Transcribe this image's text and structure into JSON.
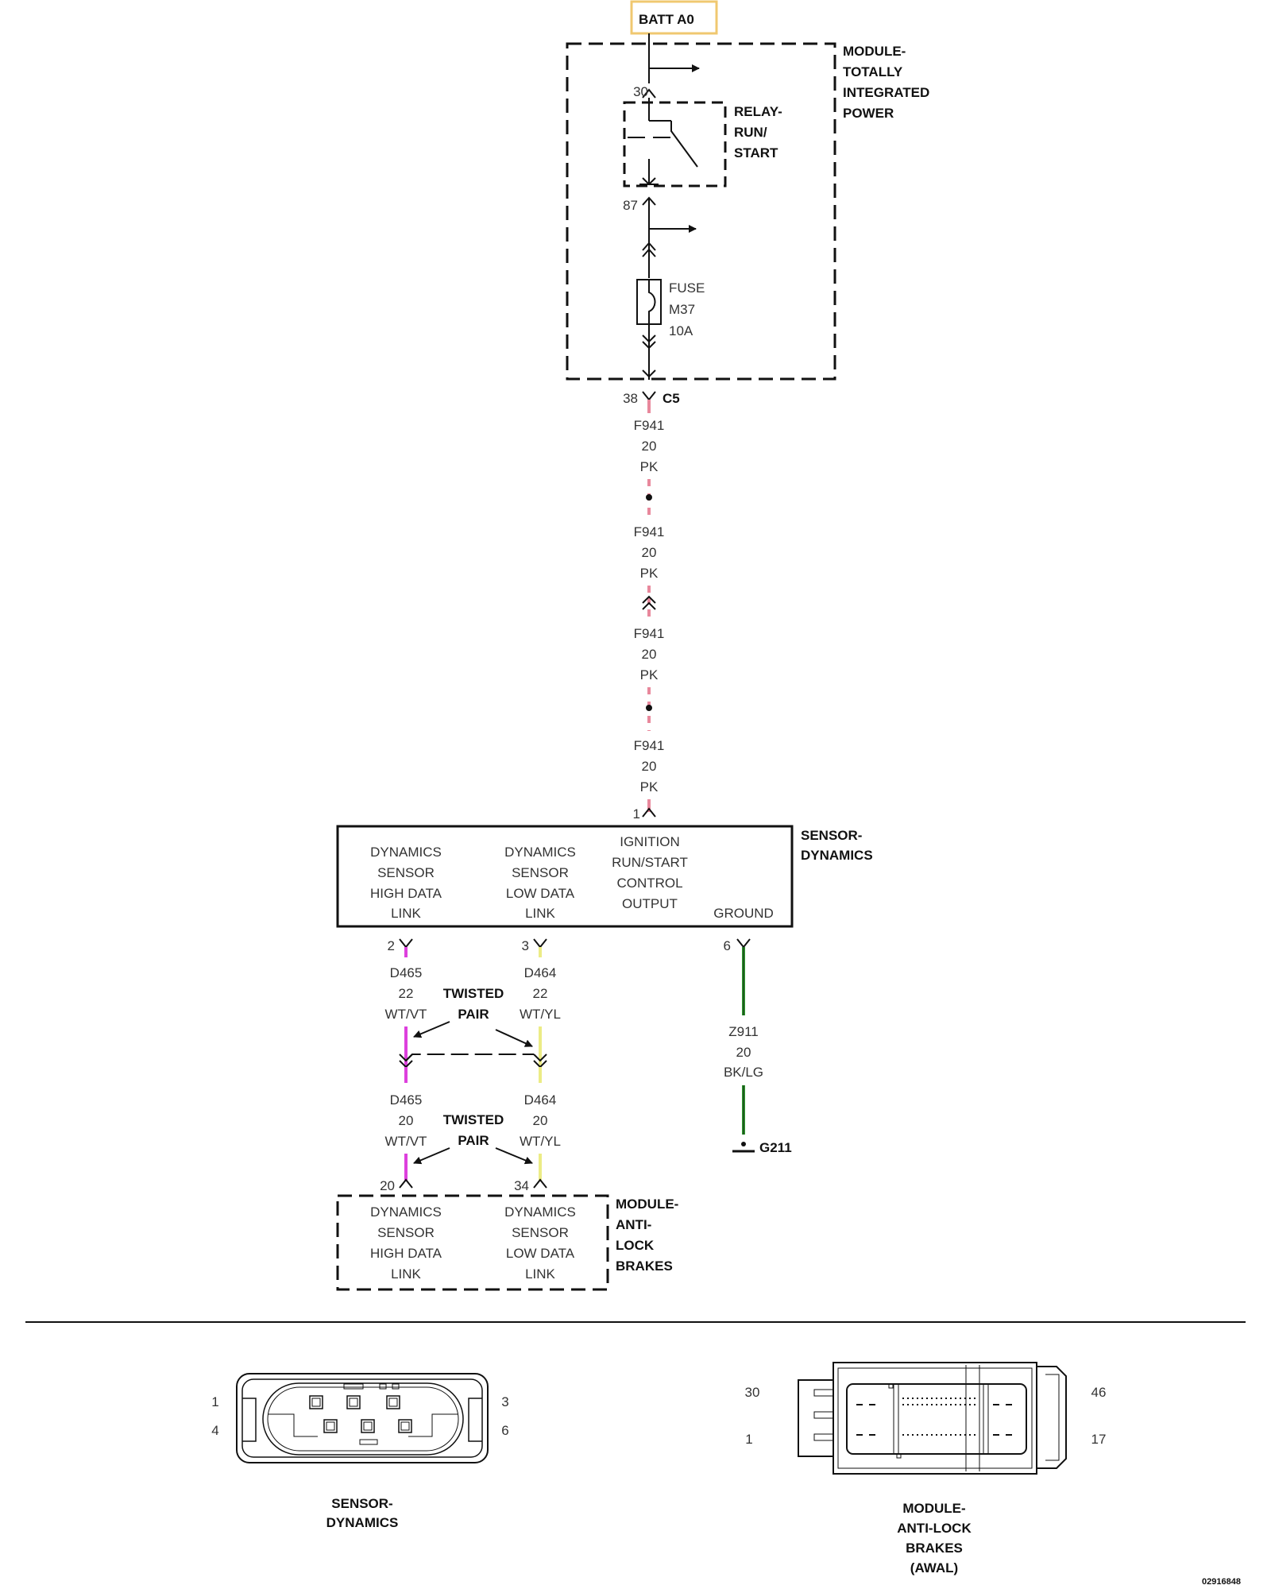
{
  "colors": {
    "pink": "#e8889c",
    "violet": "#dd40dd",
    "yellow": "#ecec86",
    "green": "#2e9e2e",
    "batt_border": "#f0c870"
  },
  "batt": {
    "label": "BATT A0"
  },
  "tipm": {
    "lines": [
      "MODULE-",
      "TOTALLY",
      "INTEGRATED",
      "POWER"
    ],
    "pin_top": "30",
    "pin_87": "87"
  },
  "relay": {
    "lines": [
      "RELAY-",
      "RUN/",
      "START"
    ]
  },
  "fuse": {
    "lines": [
      "FUSE",
      "M37",
      "10A"
    ]
  },
  "c5": {
    "pin": "38",
    "name": "C5"
  },
  "wire_f941": [
    {
      "circuit": "F941",
      "gauge": "20",
      "color": "PK"
    },
    {
      "circuit": "F941",
      "gauge": "20",
      "color": "PK"
    },
    {
      "circuit": "F941",
      "gauge": "20",
      "color": "PK"
    },
    {
      "circuit": "F941",
      "gauge": "20",
      "color": "PK"
    }
  ],
  "sensor": {
    "title": [
      "SENSOR-",
      "DYNAMICS"
    ],
    "pin_1": "1",
    "high": [
      "DYNAMICS",
      "SENSOR",
      "HIGH DATA",
      "LINK"
    ],
    "low": [
      "DYNAMICS",
      "SENSOR",
      "LOW DATA",
      "LINK"
    ],
    "ign": [
      "IGNITION",
      "RUN/START",
      "CONTROL",
      "OUTPUT"
    ],
    "gnd": "GROUND",
    "pin_2": "2",
    "pin_3": "3",
    "pin_6": "6"
  },
  "d465_a": {
    "circuit": "D465",
    "gauge": "22",
    "color": "WT/VT"
  },
  "d464_a": {
    "circuit": "D464",
    "gauge": "22",
    "color": "WT/YL"
  },
  "d465_b": {
    "circuit": "D465",
    "gauge": "20",
    "color": "WT/VT"
  },
  "d464_b": {
    "circuit": "D464",
    "gauge": "20",
    "color": "WT/YL"
  },
  "twisted": [
    "TWISTED",
    "PAIR"
  ],
  "z911": {
    "circuit": "Z911",
    "gauge": "20",
    "color": "BK/LG"
  },
  "ground": {
    "name": "G211"
  },
  "abs": {
    "title": [
      "MODULE-",
      "ANTI-",
      "LOCK",
      "BRAKES"
    ],
    "pin_20": "20",
    "pin_34": "34",
    "high": [
      "DYNAMICS",
      "SENSOR",
      "HIGH DATA",
      "LINK"
    ],
    "low": [
      "DYNAMICS",
      "SENSOR",
      "LOW DATA",
      "LINK"
    ]
  },
  "connector_sensor": {
    "pins": [
      "1",
      "4",
      "3",
      "6"
    ],
    "caption": [
      "SENSOR-",
      "DYNAMICS"
    ]
  },
  "connector_abs": {
    "pins": [
      "30",
      "1",
      "46",
      "17"
    ],
    "caption": [
      "MODULE-",
      "ANTI-LOCK",
      "BRAKES",
      "(AWAL)"
    ]
  },
  "ref_number": "02916848"
}
